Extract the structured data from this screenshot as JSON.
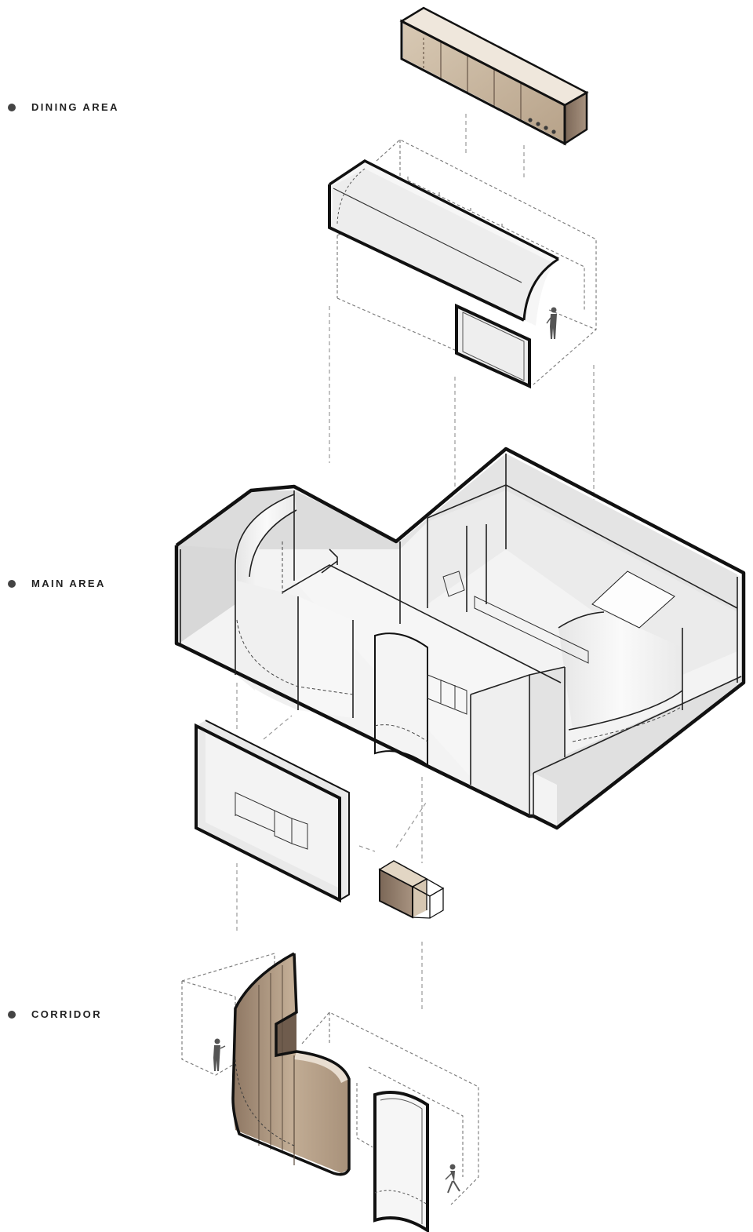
{
  "labels": {
    "dining": "DINING AREA",
    "main": "MAIN AREA",
    "corridor": "CORRIDOR"
  },
  "colors": {
    "background": "#ffffff",
    "outline": "#111111",
    "wood_light": "#d6c7b2",
    "wood_mid": "#b9a48a",
    "wood_dark": "#8d7864",
    "wall_white": "#f4f4f4",
    "wall_grey": "#e3e3e3",
    "dashed_guide": "#9a9a9a",
    "label_dot": "#444444"
  }
}
